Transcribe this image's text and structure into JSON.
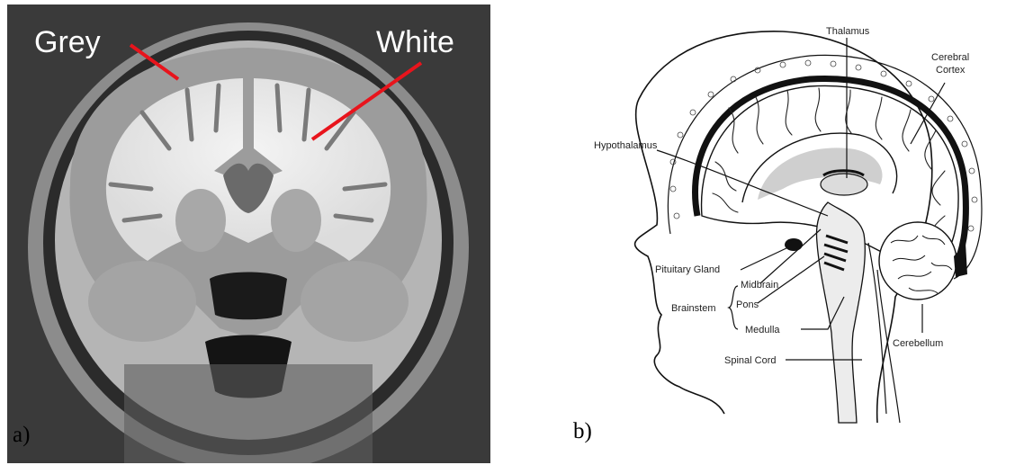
{
  "figure": {
    "panel_a": {
      "tag": "a)",
      "labels": {
        "grey": "Grey",
        "white": "White"
      },
      "colors": {
        "background": "#3a3a3a",
        "pointer": "#e8141c",
        "label_text": "#ffffff"
      }
    },
    "panel_b": {
      "tag": "b)",
      "labels": {
        "thalamus": "Thalamus",
        "cerebral_cortex_line1": "Cerebral",
        "cerebral_cortex_line2": "Cortex",
        "hypothalamus": "Hypothalamus",
        "pituitary_gland": "Pituitary Gland",
        "midbrain": "Midbrain",
        "pons": "Pons",
        "brainstem": "Brainstem",
        "medulla": "Medulla",
        "cerebellum": "Cerebellum",
        "spinal_cord": "Spinal Cord"
      },
      "colors": {
        "line": "#111111",
        "shade": "#cfcfcf",
        "cortex_band": "#111111"
      }
    }
  }
}
